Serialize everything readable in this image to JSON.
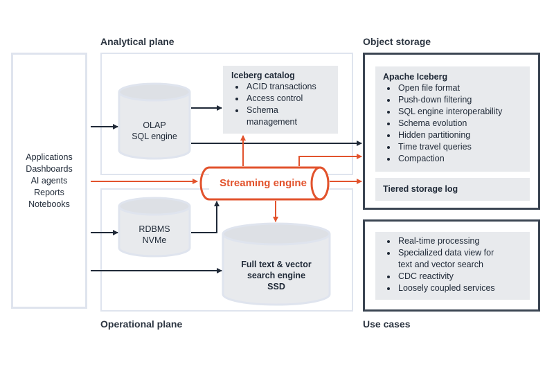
{
  "headings": {
    "analytical_plane": "Analytical plane",
    "operational_plane": "Operational plane",
    "object_storage": "Object storage",
    "use_cases": "Use cases"
  },
  "clients": [
    "Applications",
    "Dashboards",
    "AI agents",
    "Reports",
    "Notebooks"
  ],
  "iceberg_catalog": {
    "title": "Iceberg catalog",
    "items": [
      "ACID transactions",
      "Access control",
      "Schema",
      "management"
    ]
  },
  "olap": {
    "line1": "OLAP",
    "line2": "SQL engine"
  },
  "rdbms": {
    "line1": "RDBMS",
    "line2": "NVMe"
  },
  "search_engine": {
    "line1": "Full text & vector",
    "line2": "search engine",
    "line3": "SSD"
  },
  "streaming_engine": {
    "label": "Streaming engine"
  },
  "apache_iceberg": {
    "title": "Apache Iceberg",
    "items": [
      "Open file format",
      "Push-down filtering",
      "SQL engine interoperability",
      "Schema evolution",
      "Hidden partitioning",
      "Time travel queries",
      "Compaction"
    ]
  },
  "tiered_storage": {
    "title": "Tiered storage log"
  },
  "use_case_items": [
    "Real-time processing",
    "Specialized data view for",
    "text and vector search",
    "CDC reactivity",
    "Loosely coupled services"
  ],
  "colors": {
    "accent": "#e2532d",
    "dark": "#1f2937",
    "border_light": "#dfe4ee",
    "border_dark": "#3b4552",
    "gray_fill": "#e8eaed"
  }
}
